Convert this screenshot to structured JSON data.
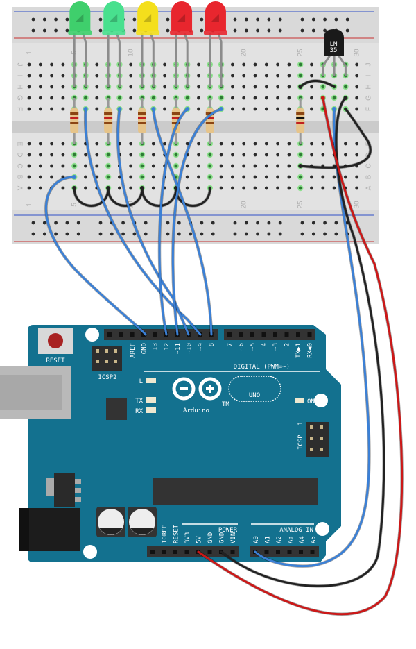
{
  "breadboard": {
    "column_numbers": [
      "1",
      "5",
      "10",
      "20",
      "25",
      "30"
    ],
    "rows_top": [
      "J",
      "I",
      "H",
      "G",
      "F"
    ],
    "rows_bottom": [
      "E",
      "D",
      "C",
      "B",
      "A"
    ]
  },
  "leds": [
    {
      "color": "#3fcf6c",
      "name": "green"
    },
    {
      "color": "#48e08e",
      "name": "green"
    },
    {
      "color": "#f4df1c",
      "name": "yellow"
    },
    {
      "color": "#e8262e",
      "name": "red"
    },
    {
      "color": "#e8262e",
      "name": "red"
    }
  ],
  "sensor": {
    "label_line1": "LM",
    "label_line2": "35"
  },
  "arduino": {
    "reset_label": "RESET",
    "icsp2_label": "ICSP2",
    "icsp_label": "ICSP",
    "icsp_pin1": "1",
    "led_l": "L",
    "led_tx": "TX",
    "led_rx": "RX",
    "led_on": "ON",
    "brand": "Arduino",
    "trademark": "TM",
    "model": "UNO",
    "digital_label": "DIGITAL (PWM=~)",
    "power_label": "POWER",
    "analog_label": "ANALOG IN",
    "digital_pins_1": [
      "AREF",
      "GND",
      "13",
      "12",
      "~11",
      "~10",
      "~9",
      "8"
    ],
    "digital_pins_2": [
      "7",
      "~6",
      "~5",
      "4",
      "~3",
      "2",
      "TX▶1",
      "RX◀0"
    ],
    "power_pins": [
      "IOREF",
      "RESET",
      "3V3",
      "5V",
      "GND",
      "GND",
      "VIN"
    ],
    "analog_pins": [
      "A0",
      "A1",
      "A2",
      "A3",
      "A4",
      "A5"
    ]
  },
  "colors": {
    "board": "#13718f",
    "wire_blue": "#3b80d6",
    "wire_red": "#cc1818",
    "wire_black": "#222222",
    "breadboard": "#d9d9d9"
  }
}
